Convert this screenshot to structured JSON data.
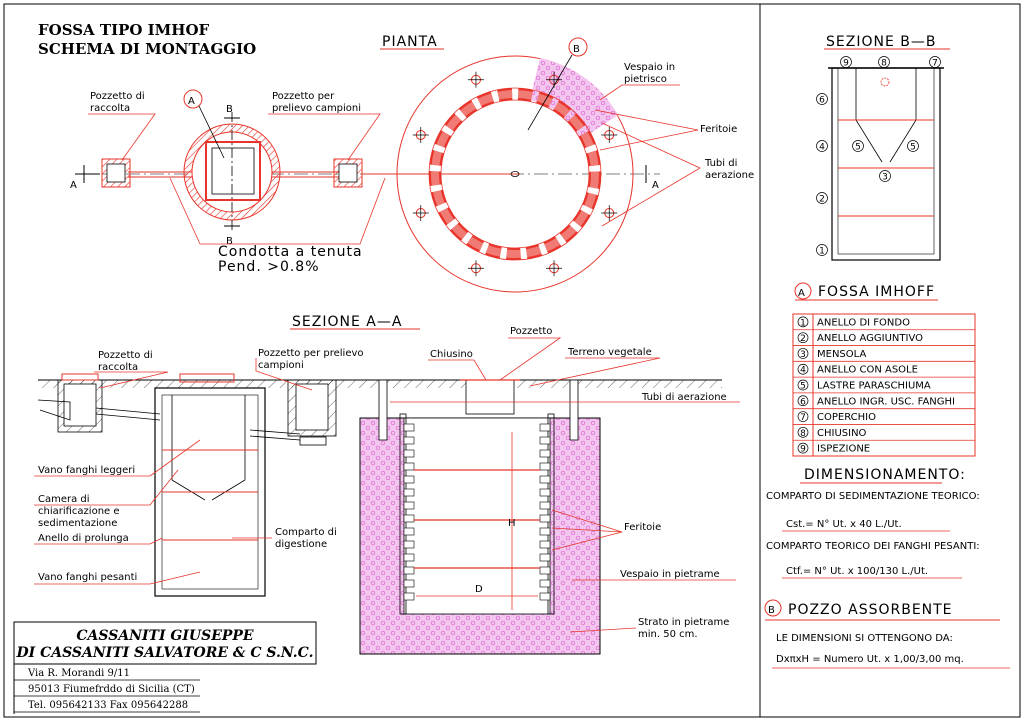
{
  "title": {
    "line1": "FOSSA  TIPO  IMHOF",
    "line2": "SCHEMA DI MONTAGGIO"
  },
  "pianta": {
    "heading": "PIANTA",
    "pozzetto_raccolta": [
      "Pozzetto di",
      "raccolta"
    ],
    "pozzetto_prelievo": [
      "Pozzetto per",
      "prelievo campioni"
    ],
    "condotta": [
      "Condotta  a  tenuta",
      "Pend.  >0.8%"
    ],
    "vespaio": [
      "Vespaio  in",
      "pietrisco"
    ],
    "feritoie": "Feritoie",
    "tubi": [
      "Tubi  di",
      "aerazione"
    ],
    "markers": {
      "a": "A",
      "b": "B"
    }
  },
  "sezione_aa": {
    "heading": "SEZIONE  A—A",
    "pozzetto_raccolta": [
      "Pozzetto  di",
      "raccolta"
    ],
    "pozzetto_prelievo": [
      "Pozzetto per prelievo",
      "campioni"
    ],
    "chiusino": "Chiusino",
    "pozzetto": "Pozzetto",
    "terreno": "Terreno vegetale",
    "tubi": "Tubi  di  aerazione",
    "vano_leggeri": "Vano  fanghi  leggeri",
    "camera": [
      "Camera  di",
      "chiarificazione  e",
      "sedimentazione"
    ],
    "anello_prolunga": "Anello  di  prolunga",
    "comparto": [
      "Comparto  di",
      "digestione"
    ],
    "vano_pesanti": "Vano  fanghi  pesanti",
    "feritoie": "Feritoie",
    "vespaio": "Vespaio  in  pietrame",
    "strato": [
      "Strato  in  pietrame",
      "min.  50  cm."
    ],
    "dim_d": "D",
    "dim_h": "H"
  },
  "sezione_bb": {
    "heading": "SEZIONE  B—B",
    "numbers": [
      "9",
      "8",
      "7",
      "6",
      "4",
      "5",
      "5",
      "3",
      "2",
      "1"
    ]
  },
  "legend": {
    "marker": "A",
    "heading": "FOSSA  IMHOFF",
    "items": [
      {
        "num": "1",
        "label": "ANELLO  DI  FONDO"
      },
      {
        "num": "2",
        "label": "ANELLO  AGGIUNTIVO"
      },
      {
        "num": "3",
        "label": "MENSOLA"
      },
      {
        "num": "4",
        "label": "ANELLO  CON  ASOLE"
      },
      {
        "num": "5",
        "label": "LASTRE  PARASCHIUMA"
      },
      {
        "num": "6",
        "label": "ANELLO  INGR. USC. FANGHI"
      },
      {
        "num": "7",
        "label": "COPERCHIO"
      },
      {
        "num": "8",
        "label": "CHIUSINO"
      },
      {
        "num": "9",
        "label": "ISPEZIONE"
      }
    ]
  },
  "dimensioning": {
    "heading": "DIMENSIONAMENTO:",
    "line1": "COMPARTO  DI  SEDIMENTAZIONE  TEORICO:",
    "formula1": "Cst.=  N°  Ut.  x  40  L./Ut.",
    "line2": "COMPARTO  TEORICO  DEI  FANGHI  PESANTI:",
    "formula2": "Ctf.=  N°  Ut.  x  100/130  L./Ut."
  },
  "pozzo": {
    "marker": "B",
    "heading": "POZZO  ASSORBENTE",
    "line": "LE  DIMENSIONI  SI  OTTENGONO  DA:",
    "formula": "DxπxH  =  Numero  Ut.  x  1,00/3,00  mq."
  },
  "company": {
    "name1": "CASSANITI GIUSEPPE",
    "name2": "DI CASSANITI SALVATORE & C S.N.C.",
    "address": "Via R. Morandi 9/11",
    "city": "95013 Fiumefrddo di Sicilia (CT)",
    "phone": "Tel. 095642133   Fax 095642288"
  },
  "colors": {
    "accent": "#e8342a",
    "fill": "#f2c6ee",
    "ink": "#000000"
  }
}
